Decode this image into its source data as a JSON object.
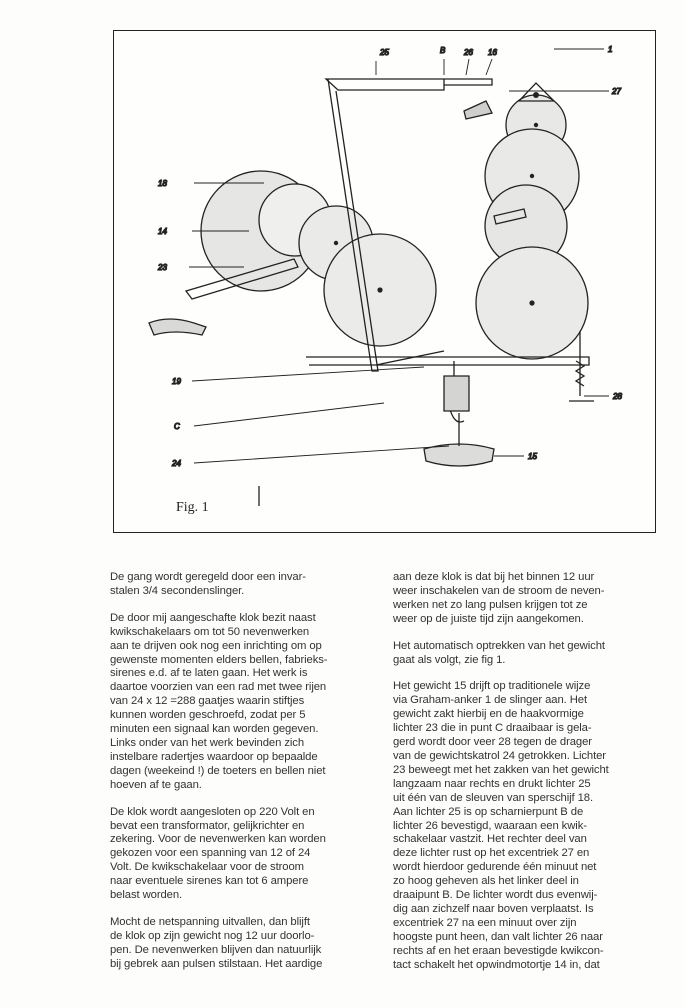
{
  "figure": {
    "caption": "Fig. 1",
    "labels": {
      "l25": "25",
      "lB": "B",
      "l26": "26",
      "l16": "16",
      "l1": "1",
      "l27": "27",
      "l18": "18",
      "l14": "14",
      "l23": "23",
      "l19": "19",
      "lC": "C",
      "l24": "24",
      "l15": "15",
      "l28": "28"
    }
  },
  "text": {
    "left": [
      "De gang wordt geregeld door een invar-\nstalen 3/4 secondenslinger.",
      "De door mij aangeschafte klok bezit naast\nkwikschakelaars om tot 50 nevenwerken\naan te drijven ook nog een inrichting om op\ngewenste momenten elders bellen, fabrieks-\nsirenes e.d. af te laten gaan. Het werk is\ndaartoe voorzien van een rad met twee rijen\nvan 24 x 12 =288 gaatjes waarin stiftjes\nkunnen worden geschroefd, zodat per 5\nminuten een signaal kan worden gegeven.\nLinks onder van het werk bevinden zich\ninstelbare radertjes waardoor op bepaalde\ndagen (weekeind !) de toeters en bellen niet\nhoeven af te gaan.",
      "De klok wordt aangesloten op 220 Volt en\nbevat een transformator, gelijkrichter en\nzekering. Voor de nevenwerken kan worden\ngekozen voor een spanning van 12 of 24\nVolt. De kwikschakelaar voor de stroom\nnaar eventuele sirenes kan tot 6 ampere\nbelast worden.",
      "Mocht de netspanning uitvallen, dan blijft\nde klok op zijn gewicht nog 12 uur doorlo-\npen. De nevenwerken blijven dan natuurlijk\nbij gebrek aan pulsen stilstaan. Het aardige"
    ],
    "right": [
      "aan deze klok is dat bij het binnen 12 uur\nweer inschakelen van de stroom de neven-\nwerken net zo lang pulsen krijgen tot ze\nweer op de juiste tijd zijn aangekomen.",
      "Het automatisch optrekken van het gewicht\ngaat als volgt, zie fig 1.",
      "Het gewicht 15 drijft op traditionele wijze\nvia Graham-anker 1 de slinger aan. Het\ngewicht zakt hierbij en de haakvormige\nlichter 23 die in punt C draaibaar is gela-\ngerd wordt door veer 28 tegen de drager\nvan de gewichtskatrol 24 getrokken. Lichter\n23 beweegt met het zakken van het gewicht\nlangzaam naar rechts en drukt lichter 25\nuit één van de sleuven van sperschijf 18.\nAan lichter 25 is op scharnierpunt B de\nlichter 26 bevestigd, waaraan een kwik-\nschakelaar vastzit. Het rechter deel van\ndeze lichter rust op het excentriek 27 en\nwordt hierdoor gedurende één minuut net\nzo hoog geheven als het linker deel in\ndraaipunt B. De lichter wordt dus evenwij-\ndig aan zichzelf naar boven verplaatst. Is\nexcentriek 27 na een minuut over zijn\nhoogste punt heen, dan valt lichter 26 naar\nrechts af en het eraan bevestigde kwikcon-\ntact schakelt het opwindmotortje 14 in, dat"
    ]
  }
}
